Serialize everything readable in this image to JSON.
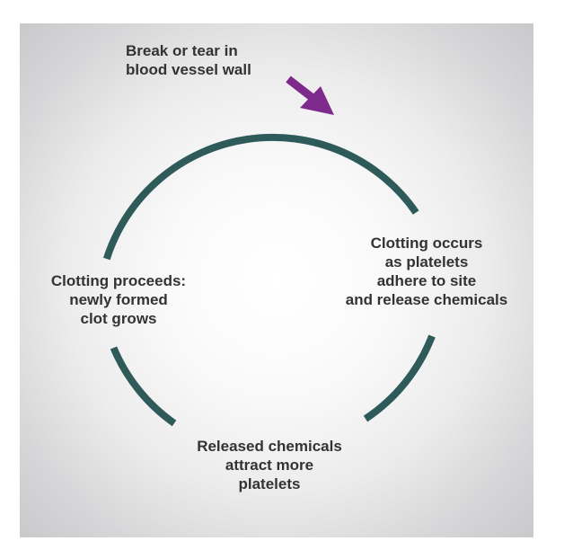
{
  "colors": {
    "cycle_stroke": "#2f5a5a",
    "arrow": "#7e2a8c",
    "text": "#333333"
  },
  "steps": [
    {
      "id": "break",
      "text": "Break or tear in\nblood vessel wall"
    },
    {
      "id": "adhere",
      "text": "Clotting occurs\nas platelets\nadhere to site\nand release chemicals"
    },
    {
      "id": "attract",
      "text": "Released chemicals\nattract more\nplatelets"
    },
    {
      "id": "grow",
      "text": "Clotting proceeds:\nnewly formed\nclot grows"
    }
  ]
}
